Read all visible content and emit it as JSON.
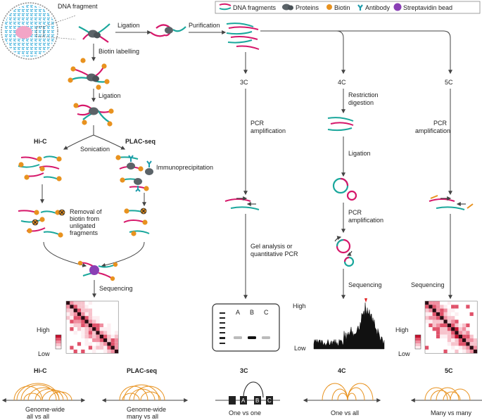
{
  "legend": {
    "dna_fragments": "DNA fragments",
    "proteins": "Proteins",
    "biotin": "Biotin",
    "antibody": "Antibody",
    "streptavidin_bead": "Streptavidin bead"
  },
  "colors": {
    "dna_magenta": "#d6176a",
    "dna_teal": "#1aa79c",
    "protein": "#5b6368",
    "biotin": "#e8921f",
    "antibody": "#1b9bab",
    "bead": "#8a3fb5",
    "heatmap_high": "#c4122f",
    "arc": "#e8921f"
  },
  "labels": {
    "dna_fragment": "DNA fragment",
    "ligation_top": "Ligation",
    "purification": "Purification",
    "biotin_labelling": "Biotin labelling",
    "ligation_left": "Ligation",
    "sonication": "Sonication",
    "hic": "Hi-C",
    "placseq": "PLAC-seq",
    "immunoprecipitation": "Immunoprecipitation",
    "removal": [
      "Removal of",
      "biotin from",
      "unligated",
      "fragments"
    ],
    "sequencing_left": "Sequencing",
    "high": "High",
    "low": "Low",
    "c3": "3C",
    "c4": "4C",
    "c5": "5C",
    "pcr_amp_3c": [
      "PCR",
      "amplification"
    ],
    "restriction": [
      "Restriction",
      "digestion"
    ],
    "pcr_amp_5c": [
      "PCR",
      "amplification"
    ],
    "ligation_4c": "Ligation",
    "pcr_amp_4c": [
      "PCR",
      "amplification"
    ],
    "gel_analysis": [
      "Gel analysis or",
      "quantitative PCR"
    ],
    "sequencing_4c": "Sequencing",
    "sequencing_5c": "Sequencing",
    "gel_lanes": [
      "A",
      "B",
      "C"
    ],
    "high_4c": "High",
    "low_4c": "Low",
    "heatmap_high_right": "High",
    "heatmap_low_right": "Low"
  },
  "bottom": {
    "hic_title": "Hi-C",
    "hic_desc": [
      "Genome-wide",
      "all vs all"
    ],
    "plac_title": "PLAC-seq",
    "plac_desc": [
      "Genome-wide",
      "many vs all"
    ],
    "c3_title": "3C",
    "c3_desc": "One vs one",
    "c3_boxes": [
      "A",
      "B",
      "C"
    ],
    "c4_title": "4C",
    "c4_desc": "One vs all",
    "c5_title": "5C",
    "c5_desc": "Many vs many"
  }
}
